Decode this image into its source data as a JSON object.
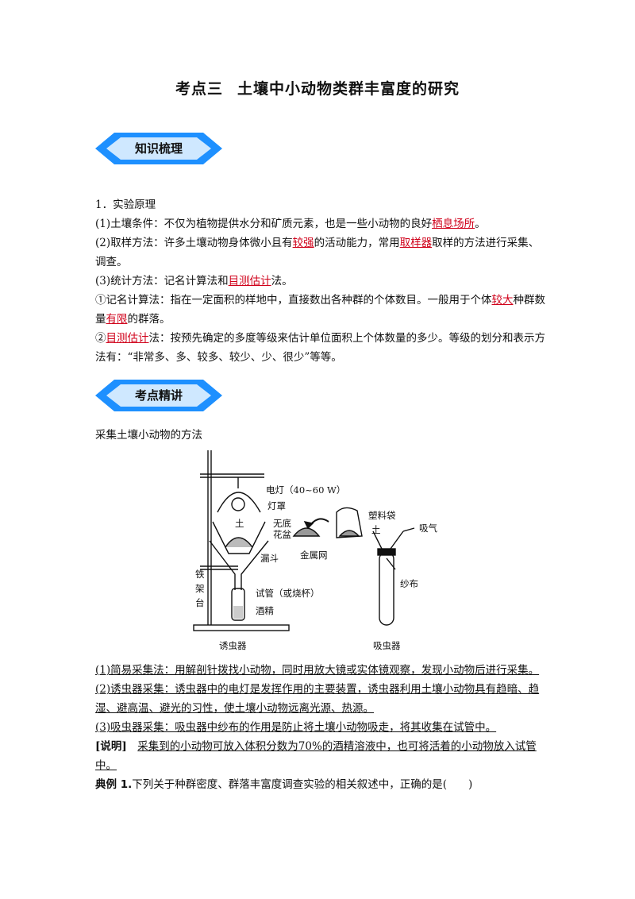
{
  "title": {
    "part1": "考点三",
    "part2": "土壤中小动物类群丰富度的研究"
  },
  "badges": {
    "knowledge": "知识梳理",
    "key_points": "考点精讲"
  },
  "principles": {
    "heading": "1．实验原理",
    "item1_prefix": "(1)土壤条件：不仅为植物提供水分和矿质元素，也是一些小动物的良好",
    "item1_red": "栖息场所",
    "item1_suffix": "。",
    "item2_prefix": "(2)取样方法：许多土壤动物身体微小且有",
    "item2_red1": "较强",
    "item2_mid": "的活动能力，常用",
    "item2_red2": "取样器",
    "item2_suffix": "取样的方法进行采集、调查。",
    "item3_prefix": "(3)统计方法：记名计算法和",
    "item3_red": "目测估计",
    "item3_suffix": "法。",
    "item4_prefix": "①记名计算法：指在一定面积的样地中，直接数出各种群的个体数目。一般用于个体",
    "item4_red1": "较大",
    "item4_mid": "种群数量",
    "item4_red2": "有限",
    "item4_suffix": "的群落。",
    "item5_prefix": "②",
    "item5_red": "目测估计",
    "item5_suffix": "法：按预先确定的多度等级来估计单位面积上个体数量的多少。等级的划分和表示方法有：“非常多、多、较多、较少、少、很少”等等。"
  },
  "methods_title": "采集土壤小动物的方法",
  "diagram": {
    "lamp": "电灯（40~60 W）",
    "lampshade": "灯罩",
    "soil_left": "土",
    "pot_line1": "无底",
    "pot_line2": "花盆",
    "funnel": "漏斗",
    "stand_1": "铁",
    "stand_2": "架",
    "stand_3": "台",
    "tube": "试管（或烧杯）",
    "alcohol": "酒精",
    "metal_net": "金属网",
    "bag": "塑料袋",
    "soil_right": "土",
    "suck": "吸气",
    "gauze": "纱布",
    "trap_caption": "诱虫器",
    "aspirator_caption": "吸虫器"
  },
  "collection": {
    "m1": "(1)简易采集法：用解剖针拨找小动物，同时用放大镜或实体镜观察，发现小动物后进行采集。",
    "m2": "(2)诱虫器采集：诱虫器中的电灯是发挥作用的主要装置，诱虫器利用土壤小动物具有趋暗、趋湿、避高温、避光的习性，使土壤小动物远离光源、热源。",
    "m3": "(3)吸虫器采集：吸虫器中纱布的作用是防止将土壤小动物吸走，将其收集在试管中。",
    "note_tag": "[说明]",
    "note": "采集到的小动物可放入体积分数为70%的酒精溶液中，也可将活着的小动物放入试管中。"
  },
  "example": {
    "tag": "典例 1.",
    "text": "下列关于种群密度、群落丰富度调查实验的相关叙述中，正确的是(　　)"
  },
  "colors": {
    "badge_fill": "#1e90ff",
    "badge_inner": "#cfe8ff",
    "red_text": "#d0021b"
  }
}
